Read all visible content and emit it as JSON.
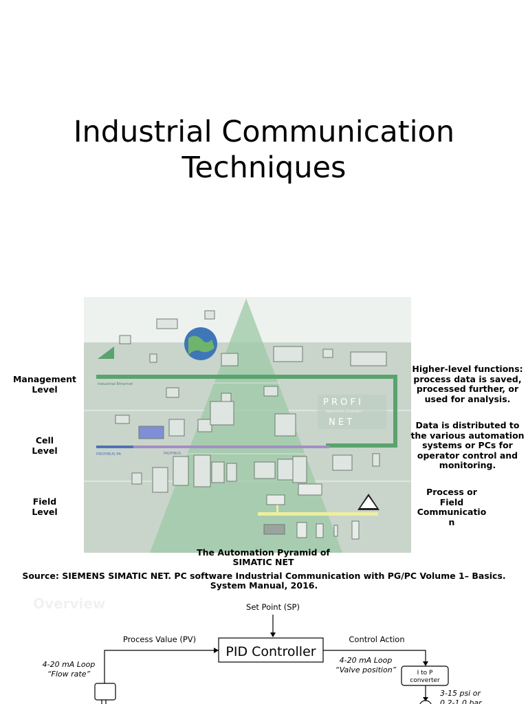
{
  "slide": {
    "title_line1": "Industrial Communication",
    "title_line2": "Techniques"
  },
  "pyramid": {
    "levels": [
      {
        "line1": "Management",
        "line2": "Level"
      },
      {
        "line1": "Cell",
        "line2": "Level"
      },
      {
        "line1": "Field",
        "line2": "Level"
      }
    ],
    "descriptions": [
      [
        "Higher-level functions:",
        "process data is saved,",
        "processed further, or",
        "used for analysis."
      ],
      [
        "Data is distributed to",
        "the various automation",
        "systems or PCs for",
        "operator control and",
        "monitoring."
      ],
      [
        "Process or",
        "Field",
        "Communicatio",
        "n"
      ]
    ],
    "network_labels": {
      "industrial_ethernet": "Industrial Ethernet",
      "profibus_pa": "PROFIBUS PA",
      "profibus": "PROFIBUS",
      "profinet_top": "P R O F I",
      "profinet_sub": "INDUSTRIAL ETHERNET",
      "profinet_bottom": "N E T"
    },
    "colors": {
      "panel_bg": "#c9d5cb",
      "pyramid": "#9cc8a6",
      "ethernet": "#5aa36e",
      "profibus": "#a48fc4",
      "profibus_pa": "#4f72b8",
      "field_bus": "#eeeea0"
    }
  },
  "captions": {
    "figure_line1": "The Automation Pyramid of",
    "figure_line2": "SIMATIC NET",
    "source_line1": "Source: SIEMENS SIMATIC NET. PC software Industrial Communication with PG/PC Volume 1– Basics.",
    "source_line2": "System Manual, 2016."
  },
  "pid_diagram": {
    "faded_heading": "Overview",
    "set_point": "Set Point (SP)",
    "controller": "PID Controller",
    "process_value": "Process Value (PV)",
    "control_action": "Control Action",
    "loop_left_line1": "4-20 mA Loop",
    "loop_left_line2": "“Flow rate”",
    "loop_right_line1": "4-20 mA Loop",
    "loop_right_line2": "“Valve position”",
    "converter_line1": "I to P",
    "converter_line2": "converter",
    "pressure_line1": "3-15 psi or",
    "pressure_line2": "0.2-1.0 bar"
  }
}
